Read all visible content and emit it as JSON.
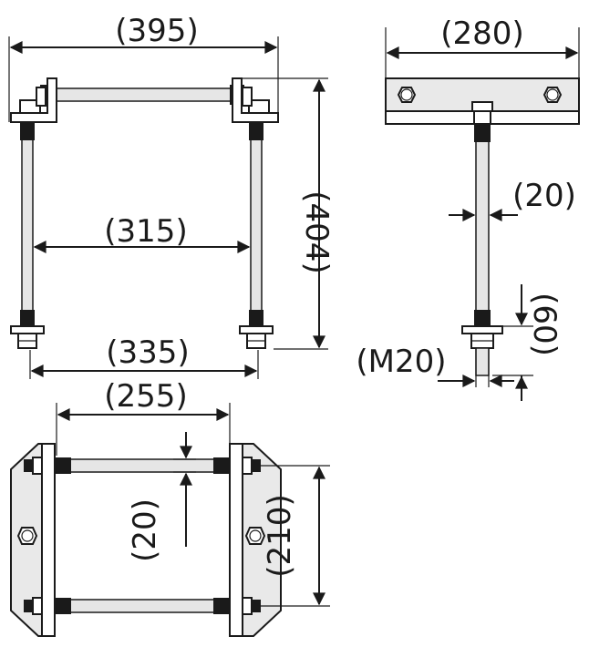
{
  "drawing": {
    "front_view": {
      "overall_width": "(395)",
      "inner_width": "(315)",
      "height": "(404)",
      "base_width": "(335)"
    },
    "side_view": {
      "width": "(280)",
      "rod_diameter": "(20)",
      "thread_length": "(60)",
      "thread_size": "(M20)"
    },
    "top_view": {
      "rod_spacing": "(255)",
      "rod_diameter": "(20)",
      "depth": "(210)"
    }
  }
}
